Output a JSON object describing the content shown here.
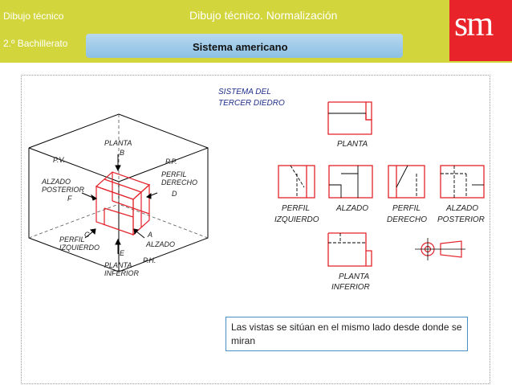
{
  "header": {
    "subject": "Dibujo técnico",
    "course": "2.º Bachillerato",
    "title": "Dibujo técnico. Normalización",
    "section": "Sistema americano",
    "logo": "sm",
    "colors": {
      "bar": "#d2d53c",
      "logo": "#e8242a",
      "pill": "#a6cdeb"
    }
  },
  "cube": {
    "pv": "P.V.",
    "pp": "P.P.",
    "ph": "P.H.",
    "planta": "PLANTA",
    "b": "B",
    "alzado_posterior_1": "ALZADO",
    "alzado_posterior_2": "POSTERIOR",
    "f": "F",
    "perfil_derecho_1": "PERFIL",
    "perfil_derecho_2": "DERECHO",
    "d": "D",
    "c": "C",
    "a": "A",
    "perfil_izquierdo_1": "PERFIL",
    "perfil_izquierdo_2": "IZQUIERDO",
    "alzado": "ALZADO",
    "e": "E",
    "planta_inferior_1": "PLANTA",
    "planta_inferior_2": "INFERIOR"
  },
  "views": {
    "system_1": "SISTEMA DEL",
    "system_2": "TERCER DIEDRO",
    "planta": "PLANTA",
    "perfil_izq_1": "PERFIL",
    "perfil_izq_2": "IZQUIERDO",
    "alzado": "ALZADO",
    "perfil_der_1": "PERFIL",
    "perfil_der_2": "DERECHO",
    "alzado_post_1": "ALZADO",
    "alzado_post_2": "POSTERIOR",
    "planta_inf_1": "PLANTA",
    "planta_inf_2": "INFERIOR"
  },
  "note": "Las vistas se sitúan en el mismo lado desde donde se miran"
}
